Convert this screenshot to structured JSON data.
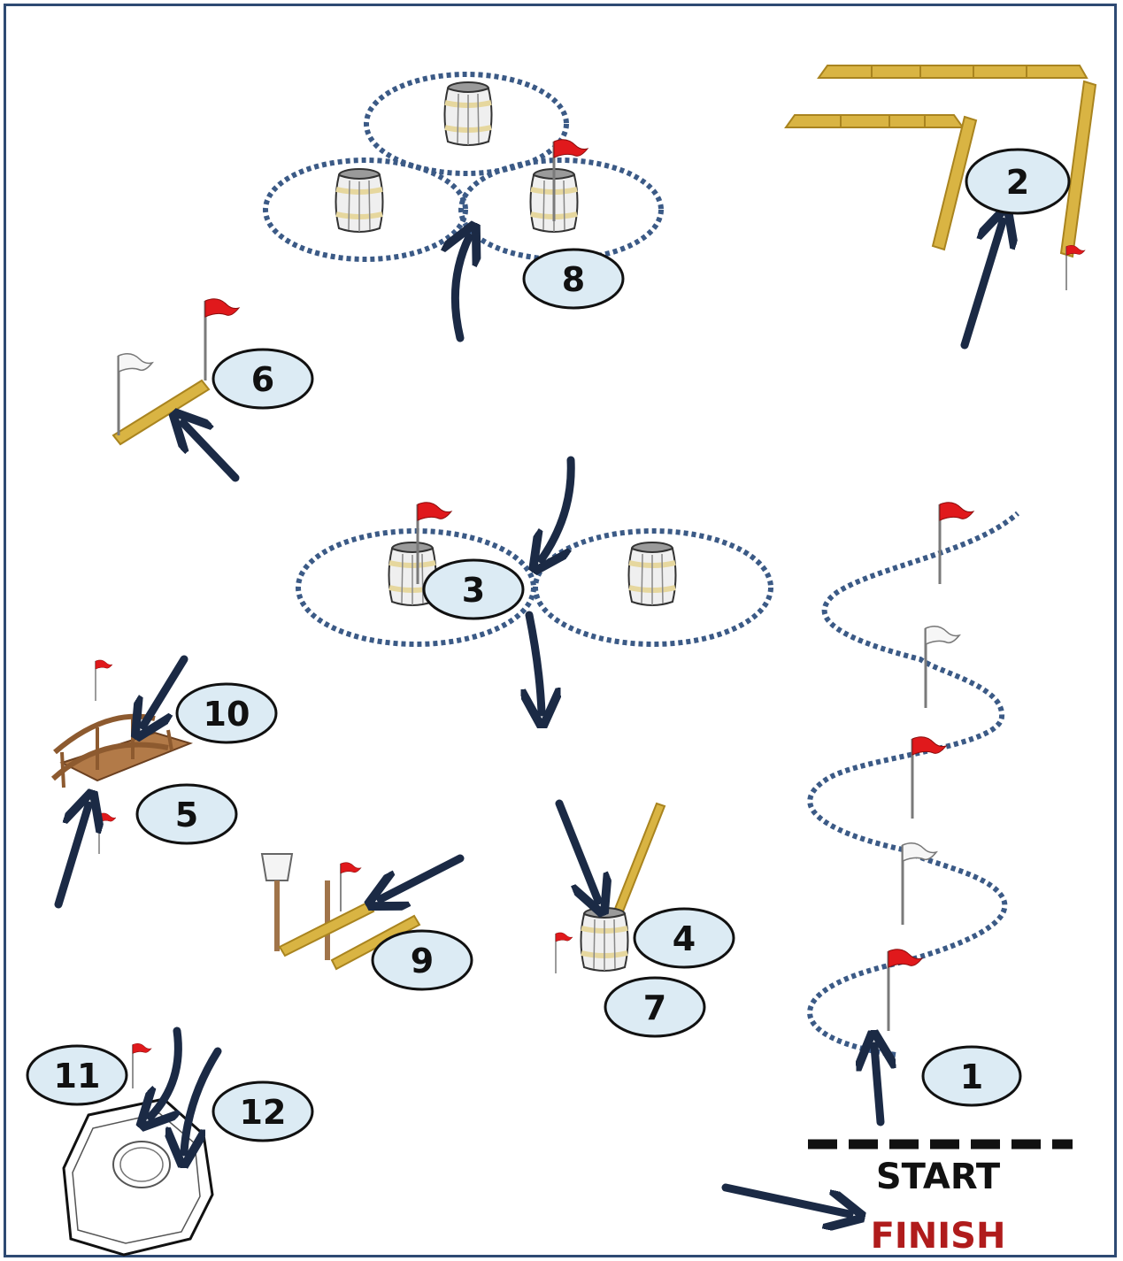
{
  "colors": {
    "frame": "#2e4a73",
    "arrow": "#1b2a45",
    "dotted": "#3b5a86",
    "bubble_fill": "#dcebf4",
    "pole": "#d9b443",
    "pole_dark": "#a9841f",
    "barrel_body": "#efefef",
    "barrel_band": "#efe3b0",
    "flag_red": "#e0191c",
    "flag_white": "#f6f6f6",
    "finish": "#b01c1c",
    "start": "#111111",
    "bridge": "#a26a3a"
  },
  "markers": [
    "1",
    "2",
    "3",
    "4",
    "5",
    "6",
    "7",
    "8",
    "9",
    "10",
    "11",
    "12"
  ],
  "start_label": "START",
  "finish_label": "FINISH"
}
